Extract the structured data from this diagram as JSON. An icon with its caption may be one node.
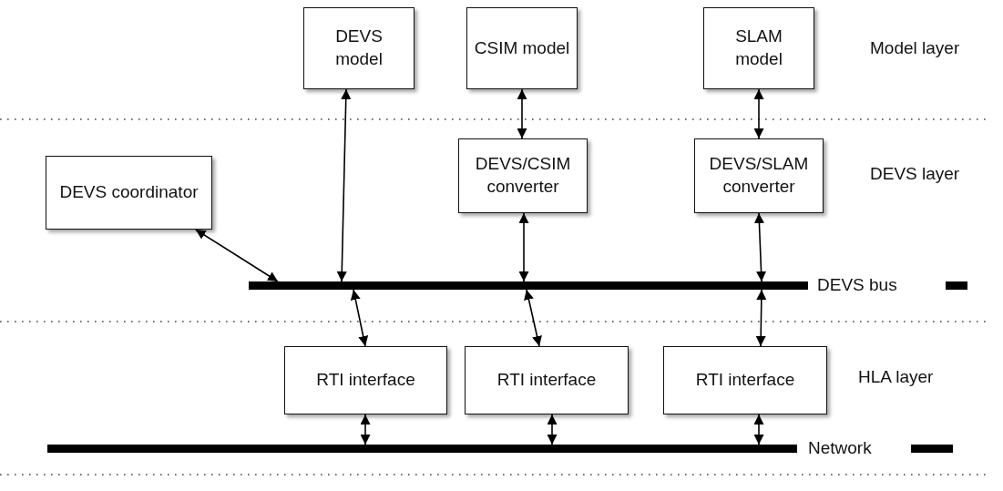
{
  "diagram": {
    "nodes": [
      {
        "text": [
          "DEVS model"
        ]
      },
      {
        "text": [
          "CSIM model"
        ]
      },
      {
        "text": [
          "SLAM model"
        ]
      },
      {
        "text": [
          "DEVS coordinator"
        ]
      },
      {
        "text": [
          "DEVS/CSIM converter"
        ]
      },
      {
        "text": [
          "DEVS/SLAM converter"
        ]
      },
      {
        "text": [],
        "shape": "bar",
        "beside": [
          "DEVS bus"
        ]
      },
      {
        "text": [
          "RTI interface"
        ]
      },
      {
        "text": [
          "RTI interface"
        ]
      },
      {
        "text": [
          "RTI interface"
        ]
      },
      {
        "text": [],
        "shape": "bar",
        "beside": [
          "Network"
        ]
      }
    ],
    "edges": [
      {
        "from": 0,
        "to": 6,
        "arrow": "both"
      },
      {
        "from": 1,
        "to": 4,
        "arrow": "both"
      },
      {
        "from": 2,
        "to": 5,
        "arrow": "both"
      },
      {
        "from": 3,
        "to": 6,
        "arrow": "both"
      },
      {
        "from": 4,
        "to": 6,
        "arrow": "both"
      },
      {
        "from": 5,
        "to": 6,
        "arrow": "both"
      },
      {
        "from": 6,
        "to": 7,
        "arrow": "both"
      },
      {
        "from": 6,
        "to": 8,
        "arrow": "both"
      },
      {
        "from": 6,
        "to": 9,
        "arrow": "both"
      },
      {
        "from": 7,
        "to": 10,
        "arrow": "both"
      },
      {
        "from": 8,
        "to": 10,
        "arrow": "both"
      },
      {
        "from": 9,
        "to": 10,
        "arrow": "both"
      }
    ],
    "labels": [
      "Model layer",
      "DEVS layer",
      "HLA layer"
    ]
  }
}
